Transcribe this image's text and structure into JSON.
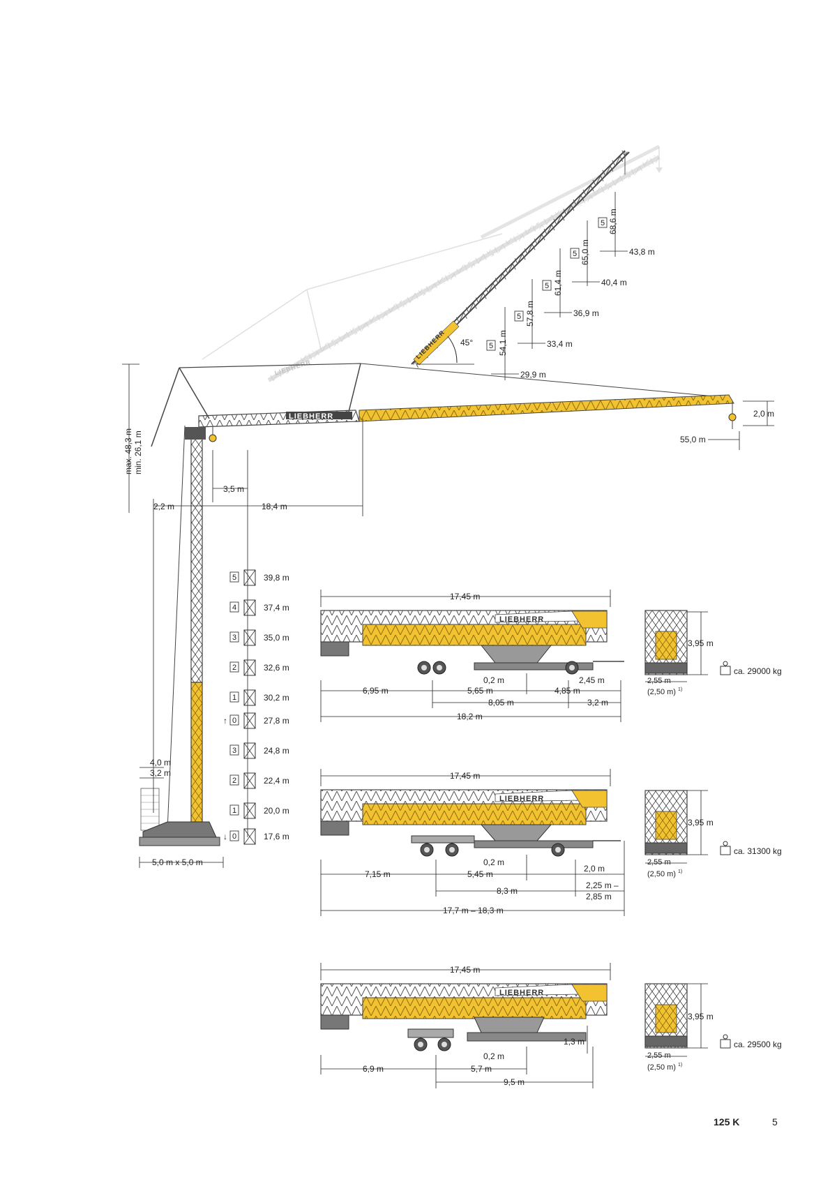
{
  "luffing": {
    "angle": "45°",
    "steps": [
      {
        "box": "5",
        "height": "54,1 m",
        "radius": "29,9 m"
      },
      {
        "box": "5",
        "height": "57,8 m",
        "radius": "33,4 m"
      },
      {
        "box": "5",
        "height": "61,4 m",
        "radius": "36,9 m"
      },
      {
        "box": "5",
        "height": "65,0 m",
        "radius": "40,4 m"
      },
      {
        "box": "5",
        "height": "68,6 m",
        "radius": "43,8 m"
      }
    ]
  },
  "brand": "LIEBHERR",
  "main": {
    "hook_height_max": "max. 48,3 m",
    "hook_height_min": "min. 26,1 m",
    "hook_offset": "2,0 m",
    "jib_length": "55,0 m",
    "counter_jib": "3,5 m",
    "counter_jib_rear": "2,2 m",
    "jib_rear_section": "18,4 m",
    "ballast_height_1": "4,0 m",
    "ballast_height_2": "3,2 m",
    "base": "5,0 m x 5,0 m"
  },
  "tower_heights": [
    {
      "box": "5",
      "height": "39,8 m"
    },
    {
      "box": "4",
      "height": "37,4 m"
    },
    {
      "box": "3",
      "height": "35,0 m"
    },
    {
      "box": "2",
      "height": "32,6 m"
    },
    {
      "box": "1",
      "height": "30,2 m"
    },
    {
      "box": "0",
      "height": "27,8 m",
      "arrow": "↑"
    },
    {
      "box": "3",
      "height": "24,8 m"
    },
    {
      "box": "2",
      "height": "22,4 m"
    },
    {
      "box": "1",
      "height": "20,0 m"
    },
    {
      "box": "0",
      "height": "17,6 m",
      "arrow": "↓"
    }
  ],
  "transports": [
    {
      "length_top": "17,45 m",
      "height": "3,95 m",
      "width": "2,55 m",
      "width_alt": "(2,50 m)",
      "footnote": "1)",
      "weight": "ca. 29000 kg",
      "center": "0,2 m",
      "row1": [
        "6,95 m",
        "5,65 m",
        "4,85 m",
        "2,45 m"
      ],
      "row2": [
        "8,05 m",
        "3,2 m"
      ],
      "total": "18,2 m"
    },
    {
      "length_top": "17,45 m",
      "height": "3,95 m",
      "width": "2,55 m",
      "width_alt": "(2,50 m)",
      "footnote": "1)",
      "weight": "ca. 31300 kg",
      "center": "0,2 m",
      "right_a": "2,0 m",
      "row1": [
        "7,15 m",
        "5,45 m"
      ],
      "row2": [
        "8,3 m",
        "2,25 m –"
      ],
      "extra": "2,85 m",
      "total": "17,7 m – 18,3 m"
    },
    {
      "length_top": "17,45 m",
      "height": "3,95 m",
      "width": "2,55 m",
      "width_alt": "(2,50 m)",
      "footnote": "1)",
      "weight": "ca. 29500 kg",
      "center": "0,2 m",
      "clearance": "1,3 m",
      "row1": [
        "6,9 m",
        "5,7 m"
      ],
      "total": "9,5 m"
    }
  ],
  "footer": {
    "model": "125 K",
    "page": "5"
  },
  "colors": {
    "yellow": "#F2C230",
    "grey": "#6E6E6E",
    "dark": "#333333",
    "light": "#D8D8D8"
  }
}
